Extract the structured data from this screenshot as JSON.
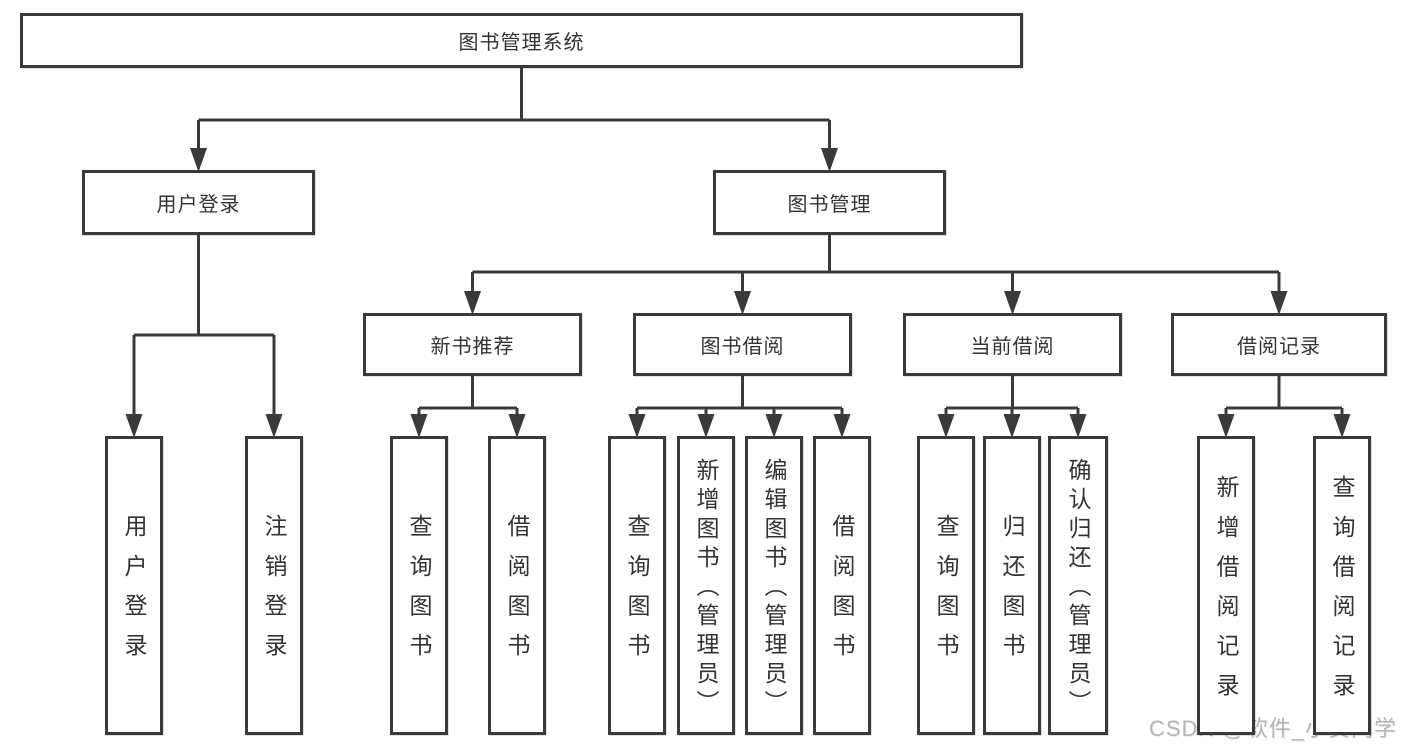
{
  "diagram": {
    "type": "org-tree",
    "title": "图书管理系统",
    "nodes": [
      {
        "id": "root",
        "label": "图书管理系统",
        "parent": null,
        "level": 1
      },
      {
        "id": "user-login",
        "label": "用户登录",
        "parent": "root",
        "level": 2
      },
      {
        "id": "book-mgmt",
        "label": "图书管理",
        "parent": "root",
        "level": 2
      },
      {
        "id": "new-book-rec",
        "label": "新书推荐",
        "parent": "book-mgmt",
        "level": 3
      },
      {
        "id": "book-borrow",
        "label": "图书借阅",
        "parent": "book-mgmt",
        "level": 3
      },
      {
        "id": "current-borrow",
        "label": "当前借阅",
        "parent": "book-mgmt",
        "level": 3
      },
      {
        "id": "borrow-records",
        "label": "借阅记录",
        "parent": "book-mgmt",
        "level": 3
      },
      {
        "id": "leaf-user-login",
        "label": "用户登录",
        "parent": "user-login",
        "level": 4
      },
      {
        "id": "leaf-logout",
        "label": "注销登录",
        "parent": "user-login",
        "level": 4
      },
      {
        "id": "nb-query",
        "label": "查询图书",
        "parent": "new-book-rec",
        "level": 4
      },
      {
        "id": "nb-borrow",
        "label": "借阅图书",
        "parent": "new-book-rec",
        "level": 4
      },
      {
        "id": "bb-query",
        "label": "查询图书",
        "parent": "book-borrow",
        "level": 4
      },
      {
        "id": "bb-add",
        "label": "新增图书（管理员）",
        "parent": "book-borrow",
        "level": 4
      },
      {
        "id": "bb-edit",
        "label": "编辑图书（管理员）",
        "parent": "book-borrow",
        "level": 4
      },
      {
        "id": "bb-borrow",
        "label": "借阅图书",
        "parent": "book-borrow",
        "level": 4
      },
      {
        "id": "cb-query",
        "label": "查询图书",
        "parent": "current-borrow",
        "level": 4
      },
      {
        "id": "cb-return",
        "label": "归还图书",
        "parent": "current-borrow",
        "level": 4
      },
      {
        "id": "cb-confirm",
        "label": "确认归还（管理员）",
        "parent": "current-borrow",
        "level": 4
      },
      {
        "id": "br-add",
        "label": "新增借阅记录",
        "parent": "borrow-records",
        "level": 4
      },
      {
        "id": "br-query",
        "label": "查询借阅记录",
        "parent": "borrow-records",
        "level": 4
      }
    ]
  },
  "watermark": {
    "text": "CSDN @软件_小贺同学"
  },
  "colors": {
    "line": "#3a3a3a",
    "box_fill": "#ffffff",
    "text": "#333333",
    "watermark": "#b5b5b5",
    "background": "#ffffff"
  }
}
